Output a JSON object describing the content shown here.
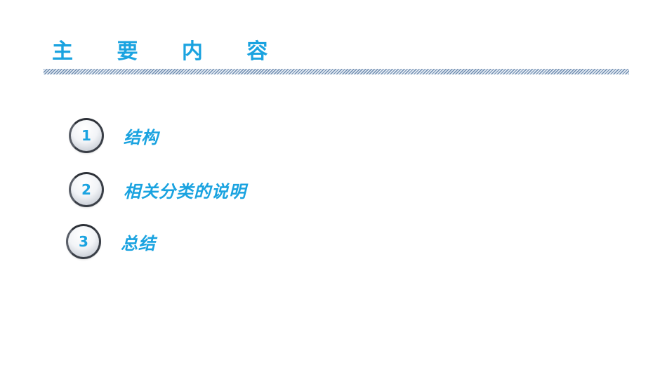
{
  "slide": {
    "title": "主 要 内 容",
    "accent_color": "#1aa3e0",
    "items": [
      {
        "number": "1",
        "label": "结构"
      },
      {
        "number": "2",
        "label": "相关分类的说明"
      },
      {
        "number": "3",
        "label": "总结"
      }
    ]
  }
}
